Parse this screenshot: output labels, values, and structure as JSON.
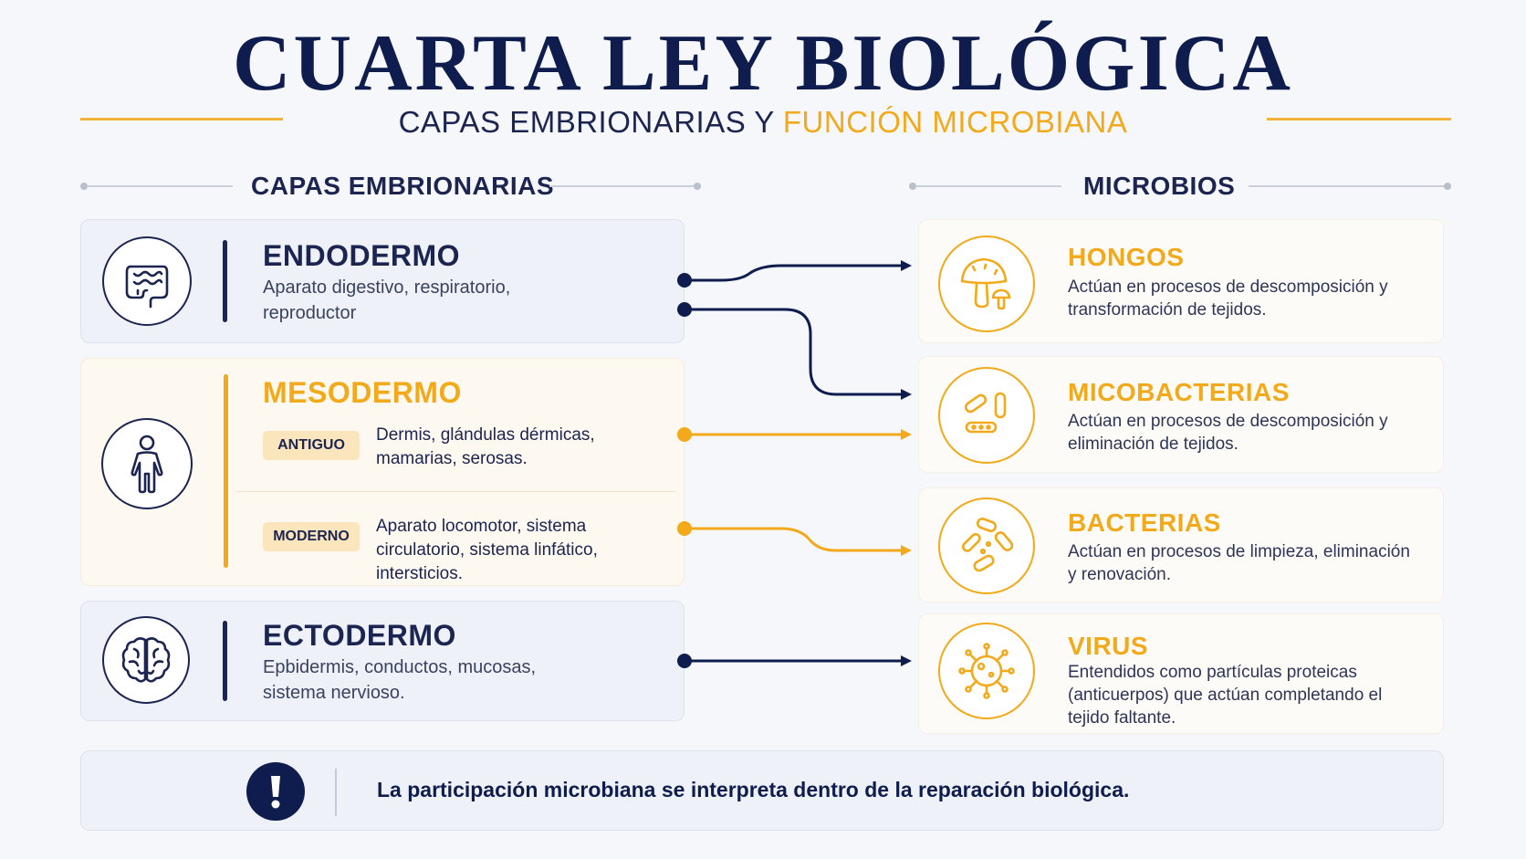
{
  "header": {
    "title": "CUARTA LEY BIOLÓGICA",
    "subtitle_part1": "CAPAS EMBRIONARIAS Y ",
    "subtitle_part2": "FUNCIÓN MICROBIANA"
  },
  "sections": {
    "left": "CAPAS EMBRIONARIAS",
    "right": "MICROBIOS"
  },
  "layers": {
    "endodermo": {
      "title": "ENDODERMO",
      "desc": "Aparato digestivo, respiratorio, reproductor",
      "icon": "intestine-icon"
    },
    "mesodermo": {
      "title": "MESODERMO",
      "icon": "human-figure-icon",
      "antiguo": {
        "tag": "ANTIGUO",
        "desc": "Dermis, glándulas dérmicas, mamarias, serosas."
      },
      "moderno": {
        "tag": "MODERNO",
        "desc": "Aparato locomotor, sistema circulatorio, sistema linfático, intersticios."
      }
    },
    "ectodermo": {
      "title": "ECTODERMO",
      "desc": "Epbidermis, conductos, mucosas, sistema nervioso.",
      "icon": "brain-icon"
    }
  },
  "microbes": {
    "hongos": {
      "title": "HONGOS",
      "desc": "Actúan en procesos de descomposición y transformación de tejidos.",
      "icon": "mushroom-icon"
    },
    "micobacterias": {
      "title": "MICOBACTERIAS",
      "desc": "Actúan en procesos de descomposición y eliminación de tejidos.",
      "icon": "mycobacteria-icon"
    },
    "bacterias": {
      "title": "BACTERIAS",
      "desc": "Actúan en procesos de limpieza, eliminación y renovación.",
      "icon": "bacteria-icon"
    },
    "virus": {
      "title": "VIRUS",
      "desc": "Entendidos como partículas proteicas (anticuerpos) que actúan completando el tejido faltante.",
      "icon": "virus-icon"
    }
  },
  "note": {
    "text": "La participación microbiana se interpreta dentro de la reparación biológica.",
    "icon": "exclamation-icon"
  },
  "colors": {
    "navy": "#1c2450",
    "gold": "#f2a91a",
    "background": "#f6f7fa"
  }
}
